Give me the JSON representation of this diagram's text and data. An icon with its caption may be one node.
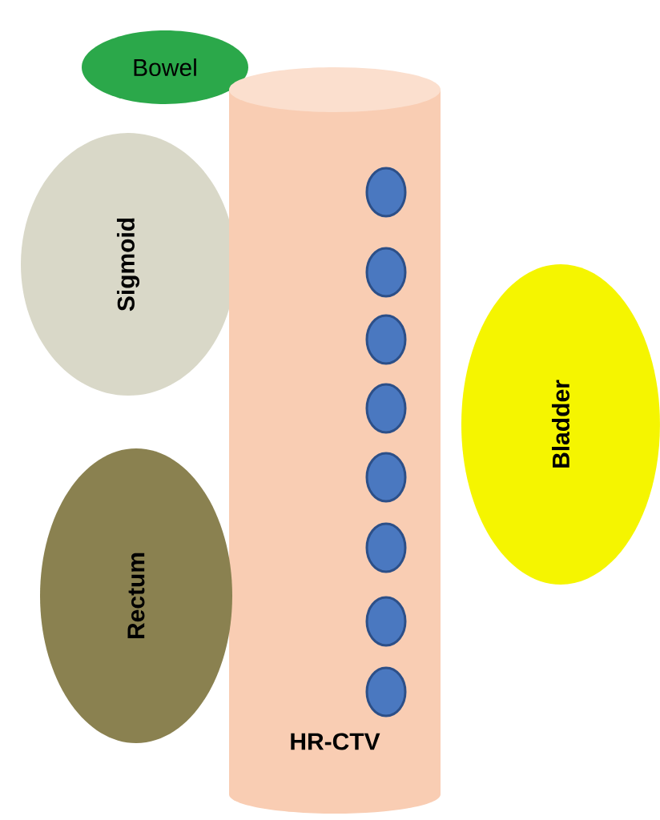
{
  "diagram": {
    "nodes": [
      {
        "text": [
          "Bowel"
        ]
      },
      {
        "text": [
          "Sigmoid"
        ]
      },
      {
        "text": [
          "HR-CTV"
        ]
      },
      {
        "text": [],
        "shape": "circle",
        "in": 2
      },
      {
        "text": [],
        "shape": "circle",
        "in": 2
      },
      {
        "text": [],
        "shape": "circle",
        "in": 2
      },
      {
        "text": [],
        "shape": "circle",
        "in": 2
      },
      {
        "text": [],
        "shape": "circle",
        "in": 2
      },
      {
        "text": [],
        "shape": "circle",
        "in": 2
      },
      {
        "text": [],
        "shape": "circle",
        "in": 2
      },
      {
        "text": [],
        "shape": "circle",
        "in": 2
      },
      {
        "text": [
          "Bladder"
        ]
      },
      {
        "text": [
          "Rectum"
        ]
      }
    ],
    "edges": []
  }
}
